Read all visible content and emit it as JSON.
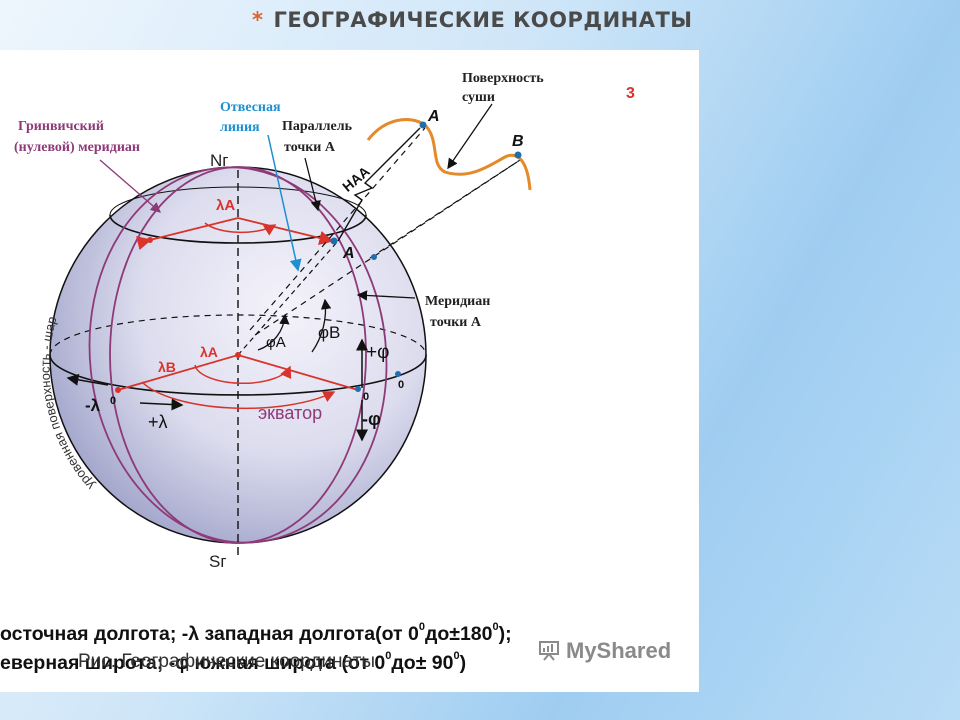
{
  "slide": {
    "title": "ГЕОГРАФИЧЕСКИЕ КООРДИНАТЫ",
    "bullet": "*"
  },
  "figure": {
    "number": "3",
    "labels": {
      "greenwich_line1": "Гринвичский",
      "greenwich_line2": "(нулевой) меридиан",
      "plumb_line1": "Отвесная",
      "plumb_line2": "линия",
      "parallel_line1": "Параллель",
      "parallel_line2": "точки А",
      "surface_line1": "Поверхность",
      "surface_line2": "суши",
      "meridian_line1": "Меридиан",
      "meridian_line2": "точки А",
      "north": "Nг",
      "south": "Sг",
      "level_surface": "уровенная поверхность - шар",
      "equator": "экватор",
      "point_A": "A",
      "point_B": "B",
      "point_A_globe": "A",
      "height": "HAA",
      "lambda_a_top": "λA",
      "lambda_a_mid": "λA",
      "lambda_b": "λB",
      "phi_a": "φA",
      "phi_b": "φB",
      "plus_phi": "+φ",
      "minus_phi": "-φ",
      "minus_lambda": "-λ",
      "plus_lambda": "+λ",
      "zero": "0"
    },
    "formula_line1": {
      "pre": "осточная долгота; -λ западная долгота(от 0",
      "deg1": "0",
      "mid": "до",
      "pm": "±",
      "val": "180",
      "deg2": "0",
      "post": ");"
    },
    "formula_line2": {
      "pre": "еверная широта; -φ южная широта (от 0",
      "deg1": "0",
      "mid": "до",
      "pm": "±",
      "val": " 90",
      "deg2": "0",
      "post": ")"
    },
    "caption": "Рис. Географические координаты",
    "watermark": "MyShared"
  },
  "colors": {
    "meridian": "#8e3a78",
    "red": "#d8342c",
    "blue": "#1e8fd0",
    "land": "#e58a2a",
    "title_star": "#e0622a"
  }
}
